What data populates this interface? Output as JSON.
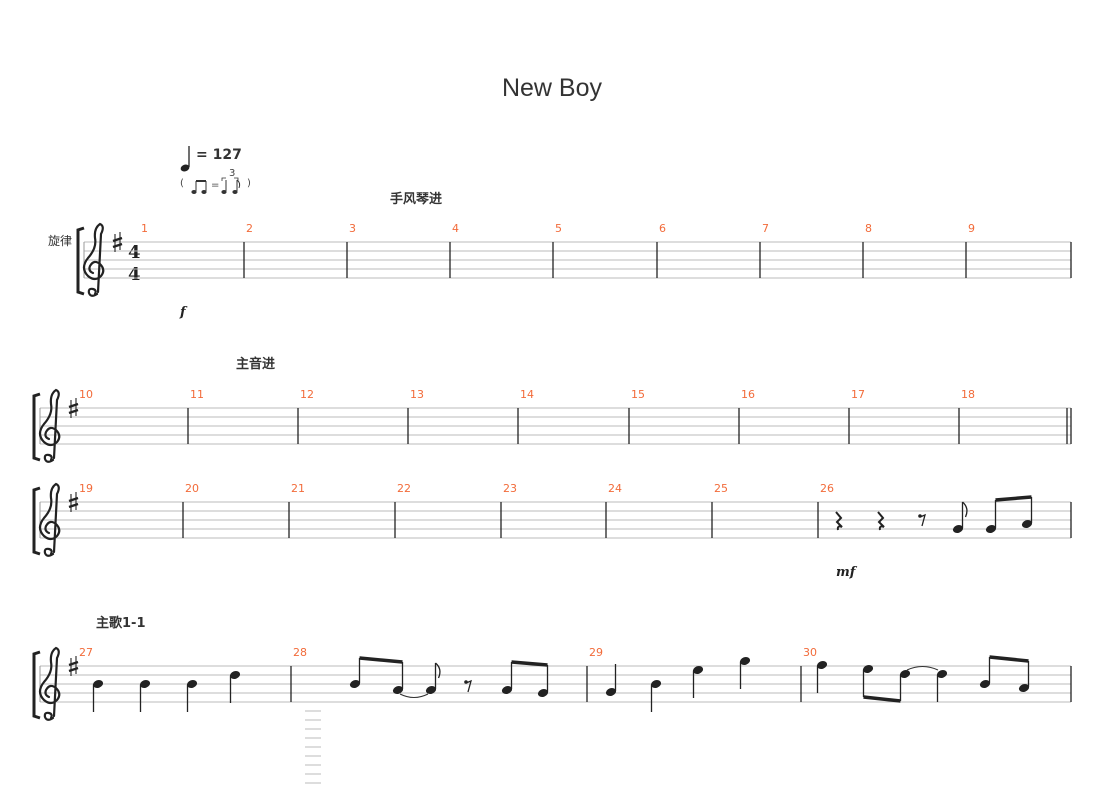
{
  "title": "New Boy",
  "instrument": "旋律",
  "tempo": {
    "bpm_text": "= 127",
    "swing_tuplet": "3",
    "swing_eq": "=",
    "paren_open": "(",
    "paren_close": ")"
  },
  "time_signature": {
    "top": "4",
    "bottom": "4"
  },
  "rehearsal_marks": [
    "手风琴进",
    "主音进",
    "主歌1-1"
  ],
  "dynamics": {
    "first": "f",
    "second": "mf"
  },
  "systems": [
    {
      "measures": [
        "1",
        "2",
        "3",
        "4",
        "5",
        "6",
        "7",
        "8",
        "9"
      ]
    },
    {
      "measures": [
        "10",
        "11",
        "12",
        "13",
        "14",
        "15",
        "16",
        "17",
        "18"
      ]
    },
    {
      "measures": [
        "19",
        "20",
        "21",
        "22",
        "23",
        "24",
        "25",
        "26"
      ]
    },
    {
      "measures": [
        "27",
        "28",
        "29",
        "30"
      ]
    }
  ],
  "colors": {
    "measure_number": "#f26b3a",
    "staff_line": "#bbbbbb",
    "ink": "#222222"
  }
}
